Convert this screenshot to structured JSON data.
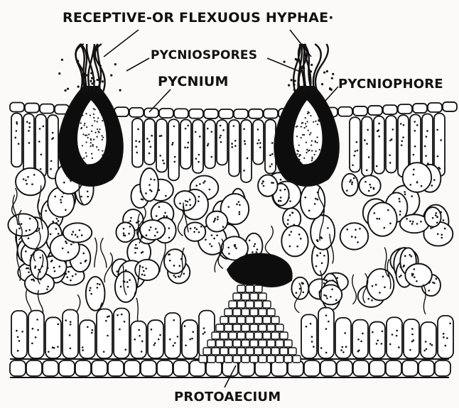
{
  "figure": {
    "labels": {
      "receptive_hyphae": "RECEPTIVE-OR FLEXUOUS HYPHAE·",
      "pycniospores": "PYCNIOSPORES",
      "pycnium": "PYCNIUM",
      "pycniophore": "PYCNIOPHORE",
      "protoaecium": "PROTOAECIUM"
    },
    "colors": {
      "ink": "#111111",
      "paper": "#fbfaf8",
      "cell_fill": "#ffffff",
      "pycnium_fill": "#0d0d0d"
    }
  }
}
